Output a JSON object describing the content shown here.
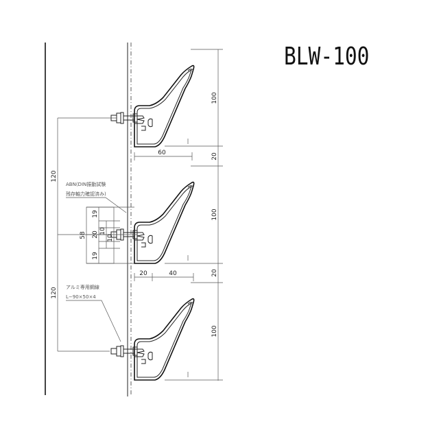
{
  "title": "BLW-100",
  "notes": {
    "abn_line1": "ABN(DIN振動試験",
    "abn_line2": "残存軸力確認済み)",
    "angle_line1": "アルミ専用鋼線",
    "angle_line2": "L−90×50×4"
  },
  "dims": {
    "d100_top": "100",
    "d20_a": "20",
    "d100_mid": "100",
    "d20_b": "20",
    "d100_bot": "100",
    "d60": "60",
    "d20_low": "20",
    "d40": "40",
    "d120_a": "120",
    "d120_b": "120",
    "d58": "58",
    "d19_a": "19",
    "d20_c": "20",
    "d10_a": "10",
    "d10_b": "10",
    "d19_b": "19"
  },
  "colors": {
    "line": "#222222",
    "note": "#555555"
  }
}
